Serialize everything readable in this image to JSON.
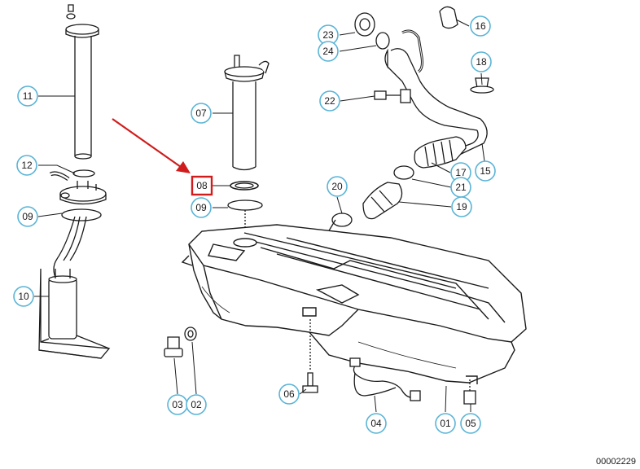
{
  "diagram": {
    "document_number": "00002229",
    "highlight_color": "#d01c1c",
    "callout_stroke": "#5ab4d6",
    "callouts": [
      {
        "id": "11",
        "label": "11"
      },
      {
        "id": "12",
        "label": "12"
      },
      {
        "id": "09a",
        "label": "09"
      },
      {
        "id": "10",
        "label": "10"
      },
      {
        "id": "07",
        "label": "07"
      },
      {
        "id": "08",
        "label": "08",
        "highlighted": true
      },
      {
        "id": "09b",
        "label": "09"
      },
      {
        "id": "23",
        "label": "23"
      },
      {
        "id": "24",
        "label": "24"
      },
      {
        "id": "16",
        "label": "16"
      },
      {
        "id": "18",
        "label": "18"
      },
      {
        "id": "22",
        "label": "22"
      },
      {
        "id": "17",
        "label": "17"
      },
      {
        "id": "15",
        "label": "15"
      },
      {
        "id": "21",
        "label": "21"
      },
      {
        "id": "20",
        "label": "20"
      },
      {
        "id": "19",
        "label": "19"
      },
      {
        "id": "03",
        "label": "03"
      },
      {
        "id": "02",
        "label": "02"
      },
      {
        "id": "06",
        "label": "06"
      },
      {
        "id": "04",
        "label": "04"
      },
      {
        "id": "01",
        "label": "01"
      },
      {
        "id": "05",
        "label": "05"
      }
    ]
  }
}
